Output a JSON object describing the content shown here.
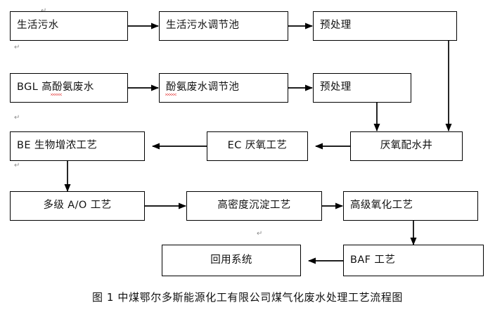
{
  "figure": {
    "caption": "图 1 中煤鄂尔多斯能源化工有限公司煤气化废水处理工艺流程图",
    "caption_number": "图 1",
    "background_color": "#ffffff",
    "line_color": "#000000",
    "text_color": "#111111",
    "spellcheck_color": "#e01b1b",
    "paragraph_mark": "↵"
  },
  "nodes": [
    {
      "id": "domestic-sewage",
      "label": "生活污水",
      "row": 1
    },
    {
      "id": "domestic-equal-tank",
      "label": "生活污水调节池",
      "row": 1
    },
    {
      "id": "pretreatment-1",
      "label": "预处理",
      "row": 1
    },
    {
      "id": "bgl-phenol-ammonia",
      "label": "BGL 高酚氨废水",
      "row": 2
    },
    {
      "id": "phenol-equal-tank",
      "label": "酚氨废水调节池",
      "row": 2
    },
    {
      "id": "pretreatment-2",
      "label": "预处理",
      "row": 2
    },
    {
      "id": "be-bio-enrichment",
      "label": "BE 生物增浓工艺",
      "row": 3
    },
    {
      "id": "ec-anaerobic",
      "label": "EC 厌氧工艺",
      "row": 3
    },
    {
      "id": "anaerobic-distributor",
      "label": "厌氧配水井",
      "row": 3
    },
    {
      "id": "multistage-ao",
      "label": "多级 A/O 工艺",
      "row": 4
    },
    {
      "id": "high-density-settling",
      "label": "高密度沉淀工艺",
      "row": 4
    },
    {
      "id": "advanced-oxidation",
      "label": "高级氧化工艺",
      "row": 4
    },
    {
      "id": "reuse-system",
      "label": "回用系统",
      "row": 5
    },
    {
      "id": "baf-process",
      "label": "BAF 工艺",
      "row": 5
    }
  ],
  "edges": [
    {
      "from": "domestic-sewage",
      "to": "domestic-equal-tank",
      "direction": "right"
    },
    {
      "from": "domestic-equal-tank",
      "to": "pretreatment-1",
      "direction": "right"
    },
    {
      "from": "pretreatment-1",
      "to": "anaerobic-distributor",
      "direction": "down"
    },
    {
      "from": "bgl-phenol-ammonia",
      "to": "phenol-equal-tank",
      "direction": "right"
    },
    {
      "from": "phenol-equal-tank",
      "to": "pretreatment-2",
      "direction": "right"
    },
    {
      "from": "pretreatment-2",
      "to": "anaerobic-distributor",
      "direction": "down"
    },
    {
      "from": "anaerobic-distributor",
      "to": "ec-anaerobic",
      "direction": "left"
    },
    {
      "from": "ec-anaerobic",
      "to": "be-bio-enrichment",
      "direction": "left"
    },
    {
      "from": "be-bio-enrichment",
      "to": "multistage-ao",
      "direction": "down"
    },
    {
      "from": "multistage-ao",
      "to": "high-density-settling",
      "direction": "right"
    },
    {
      "from": "high-density-settling",
      "to": "advanced-oxidation",
      "direction": "right"
    },
    {
      "from": "advanced-oxidation",
      "to": "baf-process",
      "direction": "down"
    },
    {
      "from": "baf-process",
      "to": "reuse-system",
      "direction": "left"
    }
  ]
}
